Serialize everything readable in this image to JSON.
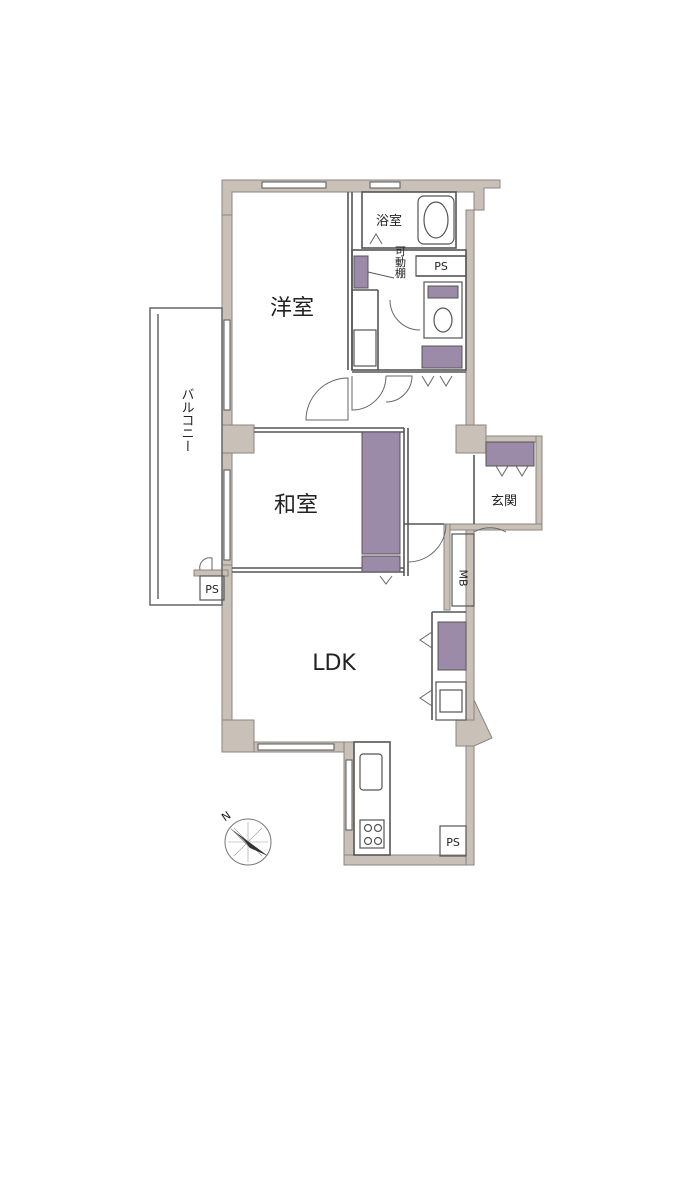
{
  "floorplan": {
    "rooms": {
      "western_room": "洋室",
      "japanese_room": "和室",
      "ldk": "LDK",
      "bathroom": "浴室",
      "entrance": "玄関",
      "balcony": "バルコニー"
    },
    "labels": {
      "movable_shelf": "可動棚",
      "ps": "PS",
      "mb": "MB"
    },
    "compass": "N"
  },
  "colors": {
    "wall": "#c9c0b8",
    "wall_edge": "#8c8480",
    "storage": "#9b8aa8",
    "line": "#666666"
  }
}
